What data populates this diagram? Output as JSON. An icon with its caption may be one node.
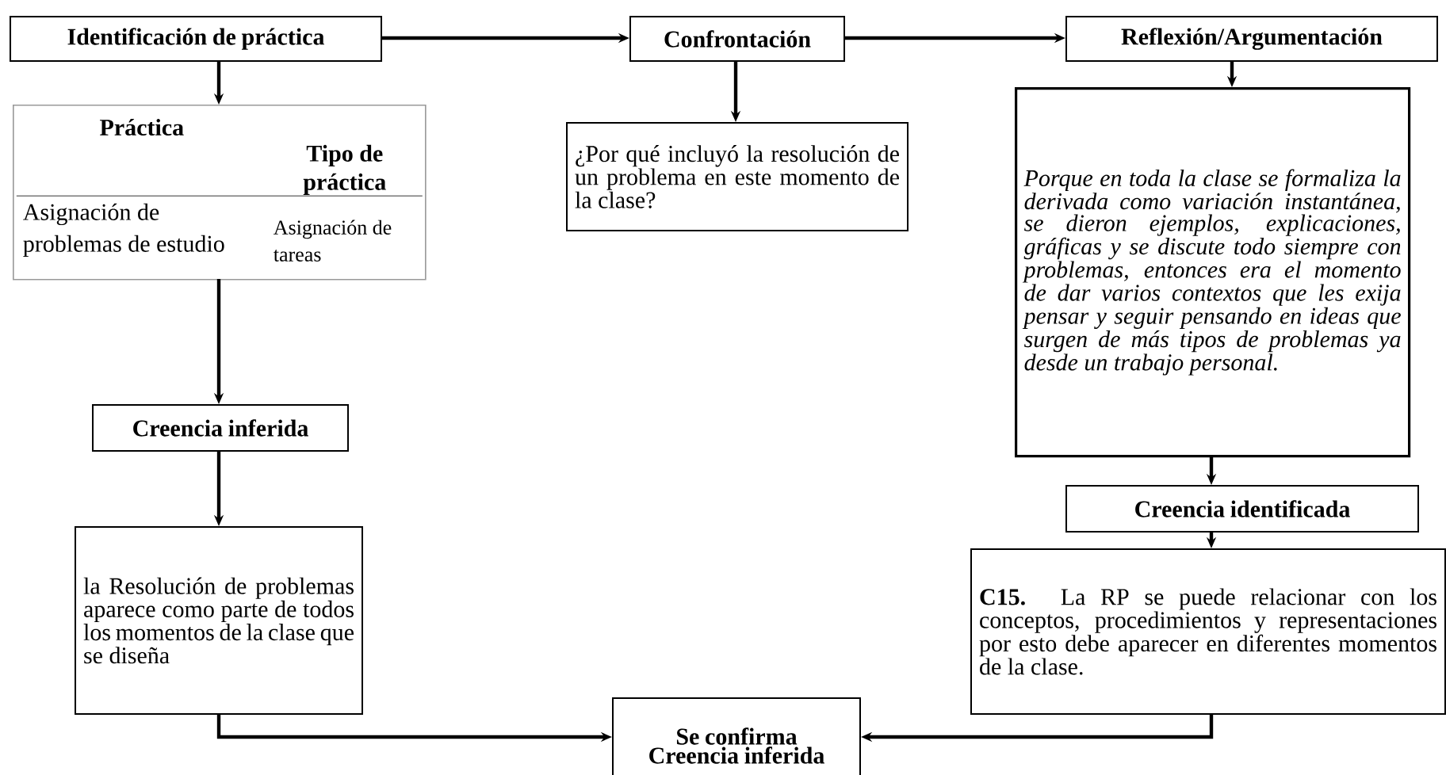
{
  "diagram": {
    "nodes": [
      {
        "text": [
          "Identificación de práctica"
        ]
      },
      {
        "text": [
          "Práctica",
          "Tipo de práctica",
          "Asignación de problemas de estudio",
          "Asignación de tareas"
        ]
      },
      {
        "text": [
          "Confrontación"
        ]
      },
      {
        "text": [
          "¿Por qué incluyó la resolución de un problema en este momento de la clase?"
        ]
      },
      {
        "text": [
          "Reflexión/Argumentación"
        ]
      },
      {
        "text": [
          "Porque en toda la clase se formaliza la derivada como variación instantánea, se dieron ejemplos, explicaciones, gráficas y se discute todo siempre con problemas, entonces era el momento de dar varios contextos que les exija pensar y seguir pensando en ideas que surgen de más tipos de problemas ya desde un trabajo personal."
        ]
      },
      {
        "text": [
          "Creencia inferida"
        ]
      },
      {
        "text": [
          "la Resolución de problemas aparece como parte de todos los momentos de la clase que se diseña"
        ]
      },
      {
        "text": [
          "Creencia identificada"
        ]
      },
      {
        "text": [
          "**C15.** La RP se puede relacionar con los conceptos, procedimientos y representaciones por esto debe aparecer en diferentes momentos de la clase."
        ]
      },
      {
        "text": [
          "Se confirma Creencia inferida"
        ]
      }
    ],
    "edges": [
      {
        "from": 0,
        "to": 2,
        "arrow": "to"
      },
      {
        "from": 2,
        "to": 4,
        "arrow": "to"
      },
      {
        "from": 0,
        "to": 1,
        "arrow": "to"
      },
      {
        "from": 1,
        "to": 6,
        "arrow": "to"
      },
      {
        "from": 6,
        "to": 7,
        "arrow": "to"
      },
      {
        "from": 2,
        "to": 3,
        "arrow": "to"
      },
      {
        "from": 4,
        "to": 5,
        "arrow": "to"
      },
      {
        "from": 5,
        "to": 8,
        "arrow": "to"
      },
      {
        "from": 8,
        "to": 9,
        "arrow": "to"
      },
      {
        "from": 7,
        "to": 10,
        "arrow": "to"
      },
      {
        "from": 9,
        "to": 10,
        "arrow": "to"
      }
    ]
  }
}
